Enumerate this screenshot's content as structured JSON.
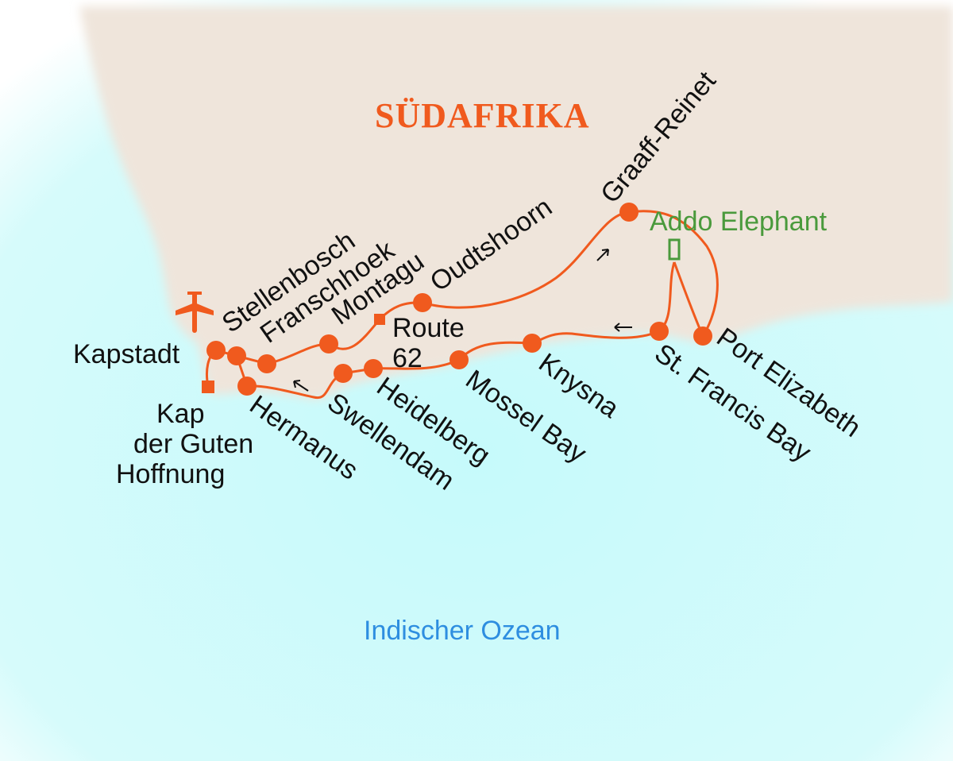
{
  "map": {
    "country_label": "SÜDAFRIKA",
    "ocean_label": "Indischer Ozean",
    "park_label": "Addo Elephant",
    "colors": {
      "land": "#efe5db",
      "sea": "#cdfbfb",
      "route": "#f05a1e",
      "park": "#4a9a3c",
      "ocean_text": "#2e8ee0"
    },
    "places": {
      "kapstadt": "Kapstadt",
      "stellenbosch": "Stellenbosch",
      "franschhoek": "Franschhoek",
      "montagu": "Montagu",
      "oudtshoorn": "Oudtshoorn",
      "graaff_reinet": "Graaff-Reinet",
      "port_elizabeth": "Port Elizabeth",
      "st_francis_bay": "St. Francis Bay",
      "knysna": "Knysna",
      "mossel_bay": "Mossel Bay",
      "heidelberg": "Heidelberg",
      "swellendam": "Swellendam",
      "hermanus": "Hermanus",
      "route62_line1": "Route",
      "route62_line2": "62",
      "kap_line1": "Kap",
      "kap_line2": "der Guten",
      "kap_line3": "Hoffnung"
    },
    "icons": [
      "airplane-icon",
      "direction-arrow-icon",
      "national-park-icon"
    ]
  }
}
